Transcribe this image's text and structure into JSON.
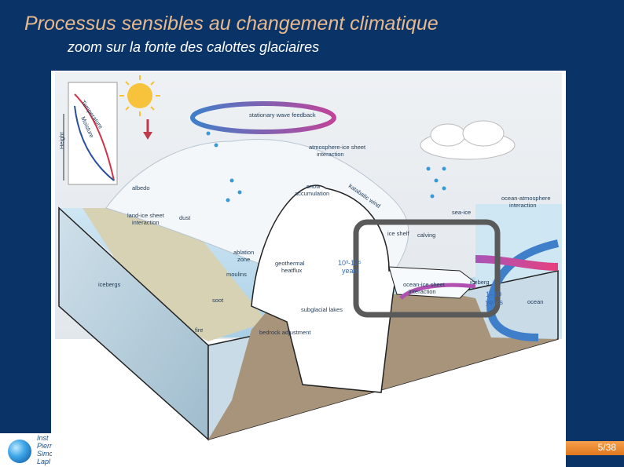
{
  "slide": {
    "title": "Processus sensibles au changement climatique",
    "subtitle": "zoom sur la fonte des calottes glaciaires",
    "page": "5/38"
  },
  "figure": {
    "labels": {
      "temperature": "Temperature",
      "moisture": "Moisture",
      "height": "Height",
      "albedo": "albedo",
      "stationary_wave": "stationary wave feedback",
      "atm_ice_1": "atmosphere-ice sheet",
      "atm_ice_2": "interaction",
      "snow_1": "snow",
      "snow_2": "accumulation",
      "katabatic": "katabatic wind",
      "land_ice_1": "land-ice sheet",
      "land_ice_2": "interaction",
      "dust": "dust",
      "sea_ice": "sea-ice",
      "ocean_atm_1": "ocean-atmosphere",
      "ocean_atm_2": "interaction",
      "ice_shelf": "ice shelf",
      "calving": "calving",
      "ablation_1": "ablation",
      "ablation_2": "zone",
      "moulins": "moulins",
      "geothermal_1": "geothermal",
      "geothermal_2": "heatflux",
      "years_1": "10³-10⁵",
      "years_2": "years",
      "icebergs": "icebergs",
      "ocean_ice_1": "ocean-ice sheet",
      "ocean_ice_2": "interaction",
      "iceberg": "iceberg",
      "years_short_1": "1–10",
      "years_short_2": "years",
      "ocean": "ocean",
      "soot": "soot",
      "fire": "fire",
      "subglacial": "subglacial lakes",
      "bedrock": "bedrock adjustment"
    }
  },
  "logo": {
    "line1": "Inst",
    "line2": "Pierr",
    "line3": "Simo",
    "line4": "Lapl"
  },
  "colors": {
    "background": "#0a3468",
    "title": "#e7b98d",
    "highlight_box": "#5a5a5a"
  }
}
